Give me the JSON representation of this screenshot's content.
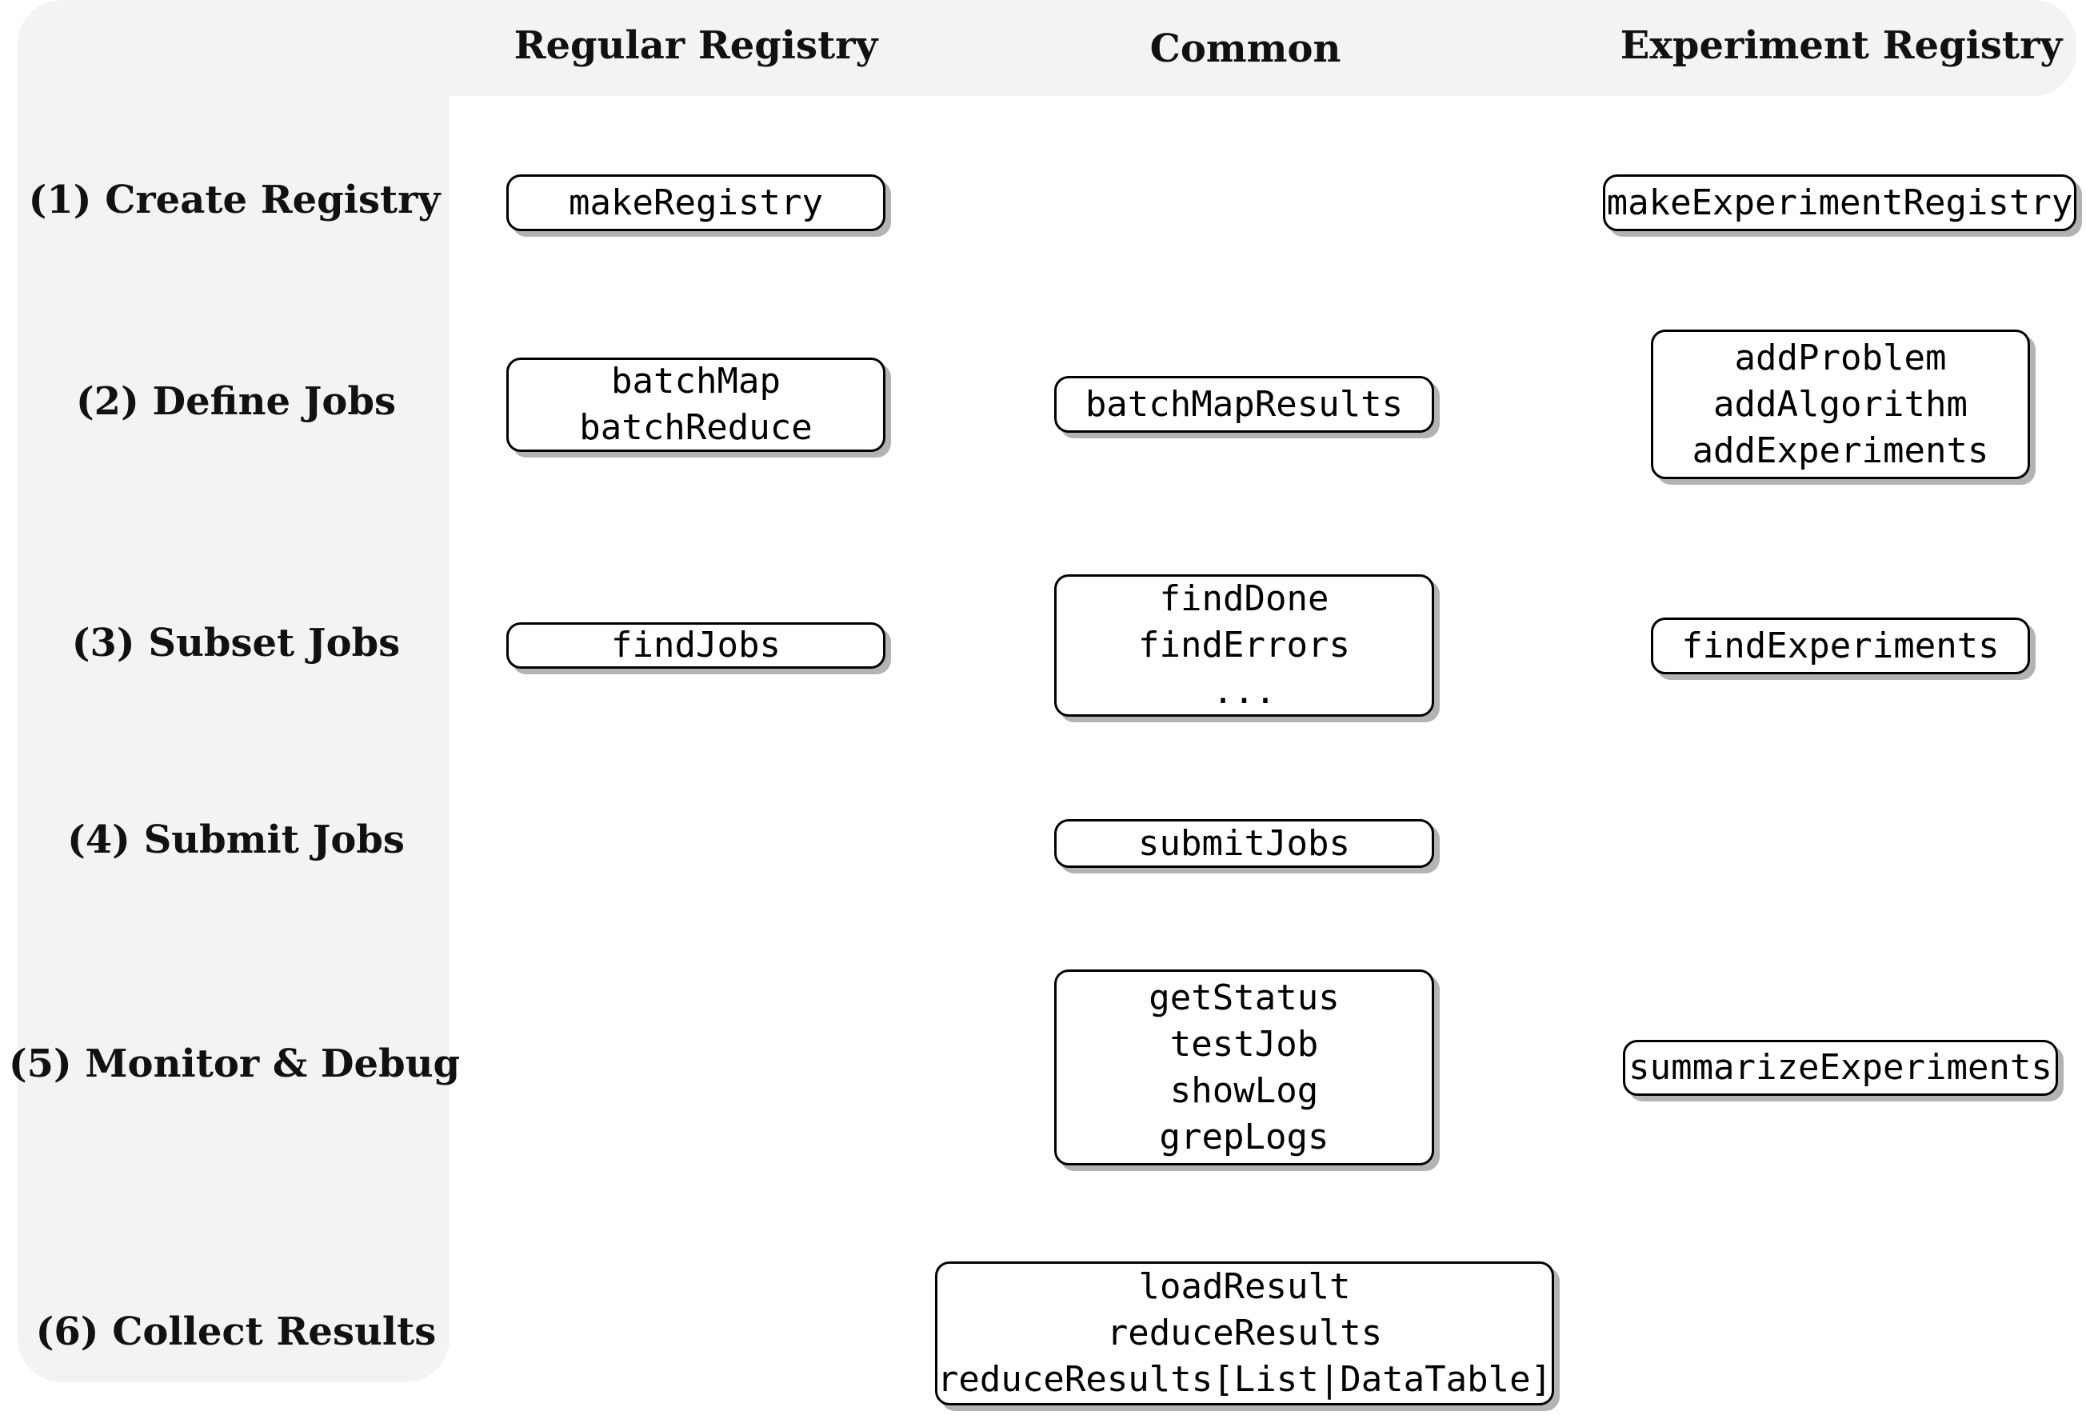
{
  "columns": {
    "regular": "Regular Registry",
    "common": "Common",
    "experiment": "Experiment Registry"
  },
  "steps": [
    "(1) Create Registry",
    "(2) Define Jobs",
    "(3) Subset Jobs",
    "(4) Submit Jobs",
    "(5) Monitor & Debug",
    "(6) Collect Results"
  ],
  "functions": {
    "create_regular": [
      "makeRegistry"
    ],
    "create_experiment": [
      "makeExperimentRegistry"
    ],
    "define_regular": [
      "batchMap",
      "batchReduce"
    ],
    "define_common": [
      "batchMapResults"
    ],
    "define_experiment": [
      "addProblem",
      "addAlgorithm",
      "addExperiments"
    ],
    "subset_regular": [
      "findJobs"
    ],
    "subset_common": [
      "findDone",
      "findErrors",
      "..."
    ],
    "subset_experiment": [
      "findExperiments"
    ],
    "submit_common": [
      "submitJobs"
    ],
    "monitor_common": [
      "getStatus",
      "testJob",
      "showLog",
      "grepLogs"
    ],
    "monitor_experiment": [
      "summarizeExperiments"
    ],
    "collect_common": [
      "loadResult",
      "reduceResults",
      "reduceResults[List|DataTable]"
    ]
  }
}
